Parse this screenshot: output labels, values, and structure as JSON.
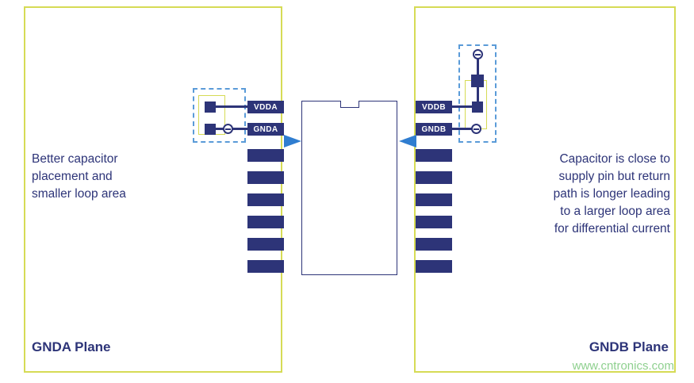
{
  "diagram": {
    "left_plane": {
      "name": "GNDA Plane",
      "description": "Better capacitor\nplacement and\nsmaller loop area"
    },
    "right_plane": {
      "name": "GNDB Plane",
      "description": "Capacitor is close to\nsupply pin but return\npath is longer leading\nto a larger loop area\nfor differential current"
    },
    "pins": {
      "vdda": "VDDA",
      "gnda": "GNDA",
      "vddb": "VDDB",
      "gndb": "GNDB"
    },
    "watermark": "www.cntronics.com",
    "colors": {
      "navy": "#2d3478",
      "plane_border": "#d6db55",
      "dashed_blue": "#5a9bd8",
      "arrow_blue": "#2f7dd0",
      "watermark_green": "#8fd08f"
    }
  }
}
